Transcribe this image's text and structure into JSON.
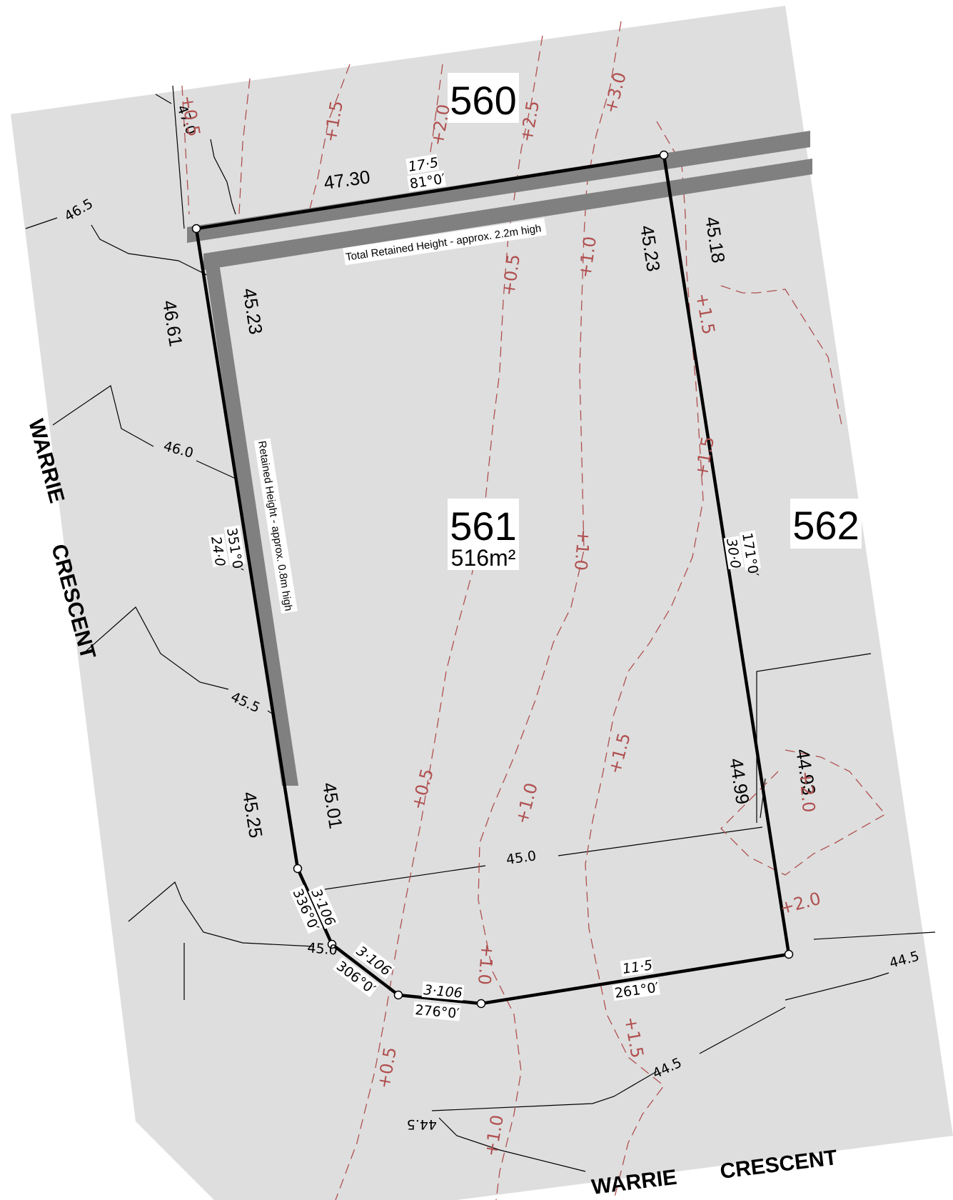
{
  "lots": {
    "l560": "560",
    "l561": "561",
    "l561_area": "516m²",
    "l562": "562"
  },
  "streets": {
    "left_1": "WARRIE",
    "left_2": "CRESCENT",
    "bottom_1": "WARRIE",
    "bottom_2": "CRESCENT"
  },
  "retaining": {
    "top_label": "Total Retained Height - approx. 2.2m high",
    "side_label": "Retained Height - approx. 0.8m high"
  },
  "boundaries": {
    "top_dist": "17·5",
    "top_bearing": "81°0′",
    "left_dist": "24·0",
    "left_bearing": "351°0′",
    "right_dist": "30·0",
    "right_bearing": "171°0′",
    "bottom_dist": "11·5",
    "bottom_bearing": "261°0′",
    "arc1_dist": "3·106",
    "arc1_bearing": "336°0′",
    "arc2_dist": "3·106",
    "arc2_bearing": "306°0′",
    "arc3_dist": "3·106",
    "arc3_bearing": "276°0′"
  },
  "levels": {
    "top_left": "47.30",
    "left_outer": "46.61",
    "left_inner": "45.23",
    "top_right_inner": "45.23",
    "top_right_outer": "45.18",
    "bottom_left_outer": "45.25",
    "bottom_left_inner": "45.01",
    "bottom_right_inner": "44.99",
    "bottom_right_outer": "44.93"
  },
  "contours": {
    "c465": "46.5",
    "c460": "46.0",
    "c455": "45.5",
    "c450": "45.0",
    "c450b": "45.0",
    "c445a": "44.5",
    "c445b": "44.5",
    "c445c": "44.5",
    "c470": "47.0"
  },
  "design_contours": {
    "top_p05": "+0.5",
    "top_p15": "+1.5",
    "top_p20": "+2.0",
    "top_p25": "+2.5",
    "top_p30": "+3.0",
    "mid_p05": "+0.5",
    "mid_p10a": "+1.0",
    "mid_p10b": "+1.0",
    "mid_p15a": "+1.5",
    "mid_p15b": "+1.5",
    "low_p05": "+0.5",
    "low_p10": "+1.0",
    "low_p15": "+1.5",
    "low_p10b": "+1.0",
    "low_p20a": "+2.0",
    "low_p20b": "+2.0",
    "bot_p05": "+0.5",
    "bot_p15": "+1.5",
    "bot_p10": "+1.0"
  },
  "colors": {
    "land": "#dedede",
    "boundary": "#000000",
    "retaining_wall": "#808080",
    "design_contour": "#b05050",
    "existing_contour": "#000000"
  }
}
